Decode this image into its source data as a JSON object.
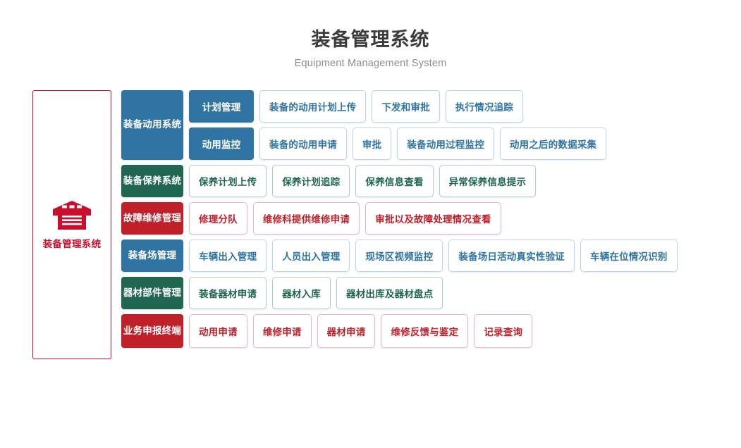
{
  "header": {
    "title": "装备管理系统",
    "subtitle": "Equipment Management System"
  },
  "colors": {
    "blue": "#2f74a3",
    "green": "#206650",
    "red": "#c0202a",
    "panel_border": "#c8102e",
    "title_text": "#3b3b3b",
    "subtitle_text": "#8d8d8d"
  },
  "left_panel": {
    "icon": "warehouse-icon",
    "label": "装备管理系统"
  },
  "rows": [
    {
      "category": "装备动用系统",
      "color": "blue",
      "subrows": [
        {
          "subcategory": "计划管理",
          "items": [
            "装备的动用计划上传",
            "下发和审批",
            "执行情况追踪"
          ]
        },
        {
          "subcategory": "动用监控",
          "items": [
            "装备的动用申请",
            "审批",
            "装备动用过程监控",
            "动用之后的数据采集"
          ]
        }
      ]
    },
    {
      "category": "装备保养系统",
      "color": "green",
      "subrows": [
        {
          "subcategory": null,
          "items": [
            "保养计划上传",
            "保养计划追踪",
            "保养信息查看",
            "异常保养信息提示"
          ]
        }
      ]
    },
    {
      "category": "故障维修管理",
      "color": "red",
      "subrows": [
        {
          "subcategory": null,
          "items": [
            "修理分队",
            "维修科提供维修申请",
            "审批以及故障处理情况查看"
          ]
        }
      ]
    },
    {
      "category": "装备场管理",
      "color": "blue",
      "subrows": [
        {
          "subcategory": null,
          "items": [
            "车辆出入管理",
            "人员出入管理",
            "现场区视频监控",
            "装备场日活动真实性验证",
            "车辆在位情况识别"
          ]
        }
      ]
    },
    {
      "category": "器材部件管理",
      "color": "green",
      "subrows": [
        {
          "subcategory": null,
          "items": [
            "装备器材申请",
            "器材入库",
            "器材出库及器材盘点"
          ]
        }
      ]
    },
    {
      "category": "业务申报终端",
      "color": "red",
      "subrows": [
        {
          "subcategory": null,
          "items": [
            "动用申请",
            "维修申请",
            "器材申请",
            "维修反馈与鉴定",
            "记录查询"
          ]
        }
      ]
    }
  ]
}
